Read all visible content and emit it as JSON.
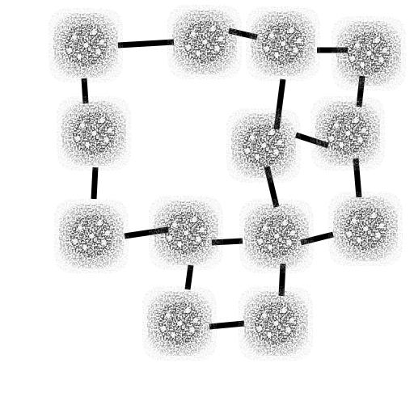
{
  "image": {
    "background": "#ffffff",
    "node_color": "#2b2b2b",
    "edge_color": "#000000"
  },
  "graph": {
    "nodes": [
      {
        "id": "n1"
      },
      {
        "id": "n2"
      },
      {
        "id": "n3"
      },
      {
        "id": "n4"
      },
      {
        "id": "n5"
      },
      {
        "id": "n6"
      },
      {
        "id": "n7"
      },
      {
        "id": "n8"
      },
      {
        "id": "n9"
      },
      {
        "id": "n10"
      },
      {
        "id": "n11"
      },
      {
        "id": "n12"
      },
      {
        "id": "n13"
      },
      {
        "id": "n14"
      }
    ],
    "edges": [
      {
        "from": "n1",
        "to": "n2"
      },
      {
        "from": "n2",
        "to": "n3"
      },
      {
        "from": "n3",
        "to": "n4"
      },
      {
        "from": "n1",
        "to": "n5"
      },
      {
        "from": "n3",
        "to": "n6"
      },
      {
        "from": "n4",
        "to": "n7"
      },
      {
        "from": "n6",
        "to": "n7"
      },
      {
        "from": "n5",
        "to": "n8"
      },
      {
        "from": "n6",
        "to": "n10"
      },
      {
        "from": "n7",
        "to": "n11"
      },
      {
        "from": "n8",
        "to": "n9"
      },
      {
        "from": "n9",
        "to": "n10"
      },
      {
        "from": "n10",
        "to": "n11"
      },
      {
        "from": "n9",
        "to": "n12"
      },
      {
        "from": "n10",
        "to": "n13"
      },
      {
        "from": "n12",
        "to": "n13"
      }
    ]
  }
}
